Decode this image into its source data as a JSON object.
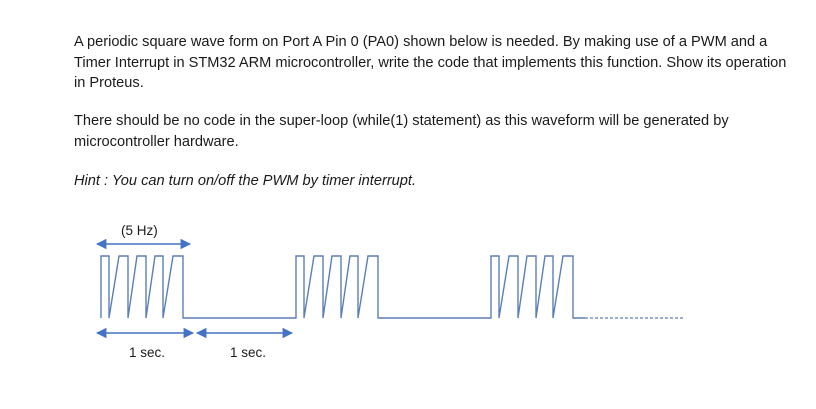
{
  "paragraphs": {
    "p1": "A periodic square wave form on Port A Pin 0 (PA0) shown below is needed. By making use of a PWM and a Timer Interrupt in STM32 ARM microcontroller, write the code that implements this function. Show its operation in Proteus.",
    "p2": "There should be no code in the super-loop (while(1) statement) as this waveform will be generated by microcontroller hardware.",
    "hint": "Hint : You can turn on/off the PWM by timer interrupt."
  },
  "figure": {
    "period_label": "(5 Hz)",
    "on_label": "1 sec.",
    "off_label": "1 sec.",
    "colors": {
      "waveform": "#5b7fb7",
      "arrow": "#4472c4"
    }
  }
}
